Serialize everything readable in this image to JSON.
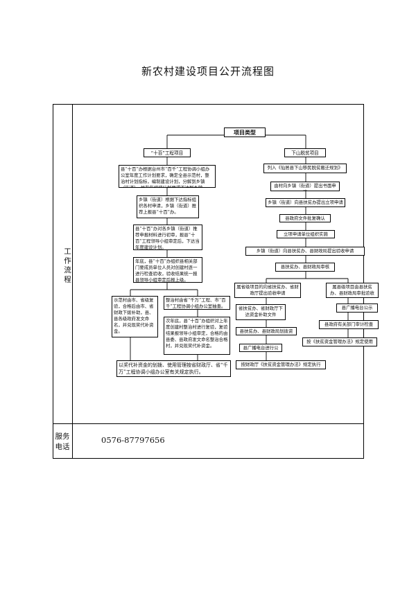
{
  "title": "新农村建设项目公开流程图",
  "side": {
    "work": "工作流程",
    "service": "服务电话"
  },
  "phone": "0576-87797656",
  "flow": {
    "root": "项目类型",
    "left_head": "“十百”工程项目",
    "right_head": "下山脱贫项目",
    "left": [
      "县“十百”办根据台州市“百千”工程协调小组办公室年度工作计划要求，确定全县示范村，整治村计划指标，编制建设计划，分解到乡镇（街道），并在年初将计划要求下达到乡镇。",
      "乡镇（街道）根据下达指标组织各村申请，乡镇（街道）推荐上报县“十百”办。",
      "县“十百”办对各乡镇（街道）推荐申报材料进行初审，报县“十百”工程领导小组审定后，下达当年度建设计划。",
      "年底，县“十百”办组织县相关部门要成员单位人员对创建村逐一进行检查验收，验收结果统一报县领导小组审定后报上级。",
      "示范村由市、省级复验，合格后由市、省财政下拨补助，县、县各级政府发文命名，并兑现奖代补资金。",
      "整治村由省“千万”工程、市“百千”工程协调小组办公室抽查。",
      "次年底，县“十百”办组织对上年度创建村整治村进行复验，复验结果报领导小组审定，合格的由县委、县政府发文命名整治合格村，并兑现奖代补资金。",
      "以奖代补资金的划拨、使用管理按省财政厅、省“千万”工程协调小组办公室有关规定执行。"
    ],
    "right": [
      "列入《仙居县下山移民脱贫搬迁规划》",
      "由村向乡镇（街道）提出书面申请",
      "乡镇（街道）向县扶贫办提出立项申请",
      "县政府文件批复确认",
      "立项申请单位组织实施",
      "乡镇（街道）向县扶贫办、县财政局提出验收申请",
      "县扶贫办、县财政局审核",
      "属省级项目的向省扶贫办、省财政厅提出验收申请",
      "属县级项目由县扶贫办、县财政局审批验收",
      "省扶贫办、省财政厅下达资金补助文件",
      "县扶贫办、县财政局划拨资金",
      "县广播电台进行公示",
      "县广播电台公示",
      "县政府有关部门审计检查",
      "按《扶贫资金管理办法》规定使用",
      "按财政厅《扶贫资金管理办法》规定执行"
    ]
  }
}
